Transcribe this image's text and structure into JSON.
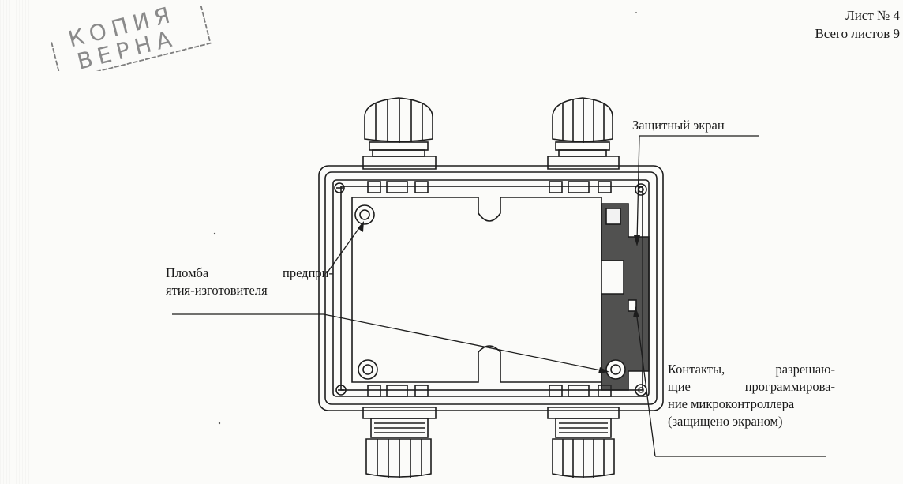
{
  "header": {
    "sheet": "Лист № 4",
    "total": "Всего листов 9"
  },
  "stamp": {
    "line1": "КОПИЯ",
    "line2": "ВЕРНА",
    "color": "#7d7d7d"
  },
  "callouts": {
    "screen": "Защитный экран",
    "seal": {
      "line1_a": "Пломба",
      "line1_b": "предпри-",
      "line2": "ятия-изготовителя"
    },
    "contacts": {
      "line1_a": "Контакты,",
      "line1_b": "разрешаю-",
      "line2_a": "щие",
      "line2_b": "программирова-",
      "line3": "ние микроконтроллера",
      "line4": "(защищено экраном)"
    }
  },
  "colors": {
    "ink": "#1c1c1c",
    "shield_fill": "#2b2b2b",
    "paper": "#fbfbf9"
  }
}
